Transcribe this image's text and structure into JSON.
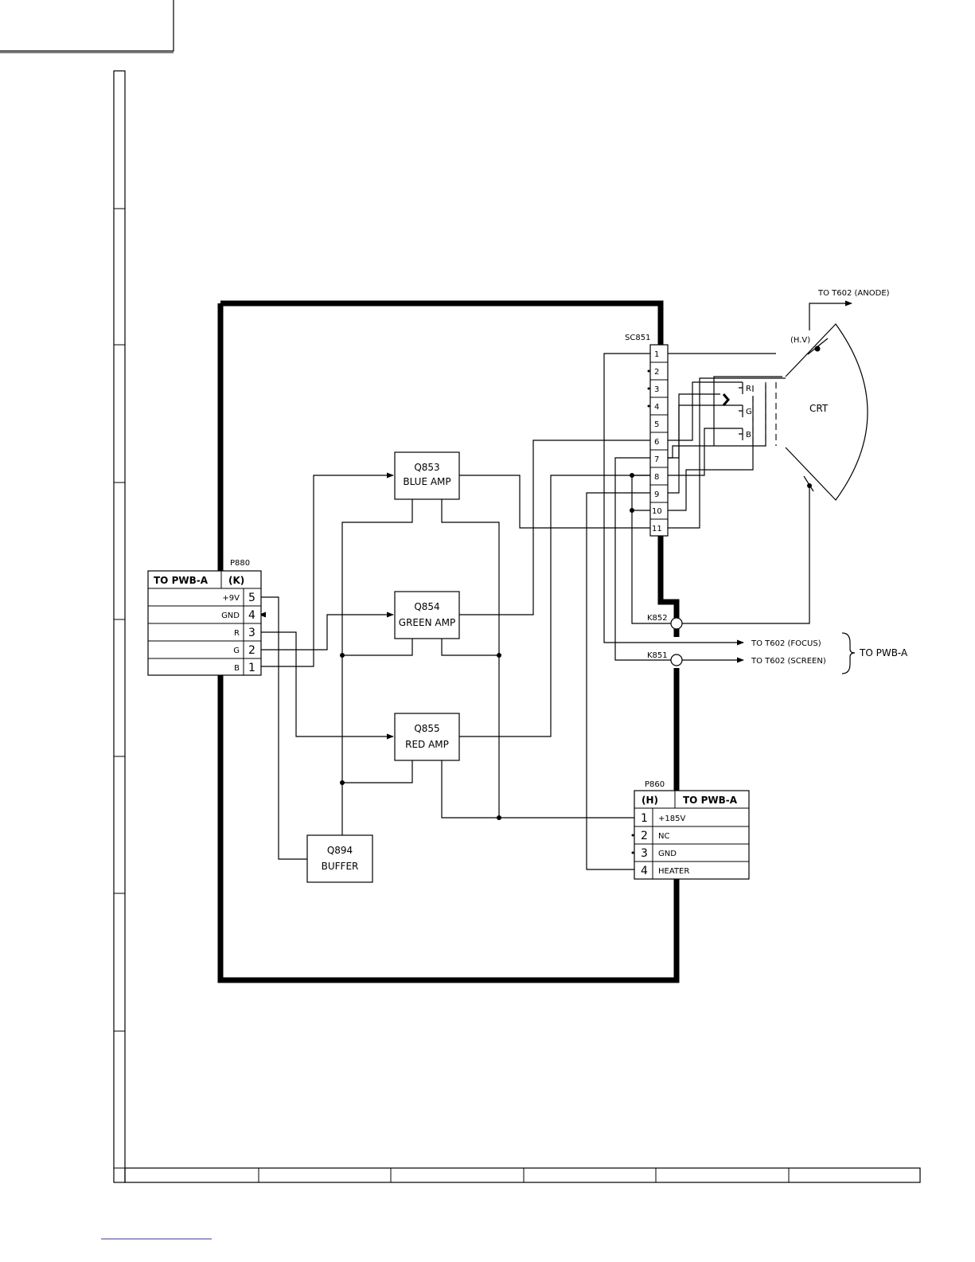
{
  "crt_label": "CRT",
  "hv_label": "(H.V)",
  "anode_label": "TO T602 (ANODE)",
  "focus_label": "TO T602 (FOCUS)",
  "screen_label": "TO T602 (SCREEN)",
  "to_pwb_a": "TO PWB-A",
  "sc851": {
    "label": "SC851",
    "pins": [
      "1",
      "2",
      "3",
      "4",
      "5",
      "6",
      "7",
      "8",
      "9",
      "10",
      "11"
    ]
  },
  "gun_labels": [
    "R",
    "G",
    "B"
  ],
  "k852_label": "K852",
  "k851_label": "K851",
  "p880": {
    "label": "P880",
    "header_left": "TO PWB-A",
    "header_right": "(K)",
    "rows": [
      {
        "name": "+9V",
        "pin": "5"
      },
      {
        "name": "GND",
        "pin": "4"
      },
      {
        "name": "R",
        "pin": "3"
      },
      {
        "name": "G",
        "pin": "2"
      },
      {
        "name": "B",
        "pin": "1"
      }
    ]
  },
  "p860": {
    "label": "P860",
    "header_left": "(H)",
    "header_right": "TO PWB-A",
    "rows": [
      {
        "pin": "1",
        "name": "+185V"
      },
      {
        "pin": "2",
        "name": "NC"
      },
      {
        "pin": "3",
        "name": "GND"
      },
      {
        "pin": "4",
        "name": "HEATER"
      }
    ]
  },
  "blocks": {
    "q853": {
      "ref": "Q853",
      "name": "BLUE AMP"
    },
    "q854": {
      "ref": "Q854",
      "name": "GREEN AMP"
    },
    "q855": {
      "ref": "Q855",
      "name": "RED AMP"
    },
    "q894": {
      "ref": "Q894",
      "name": "BUFFER"
    }
  }
}
